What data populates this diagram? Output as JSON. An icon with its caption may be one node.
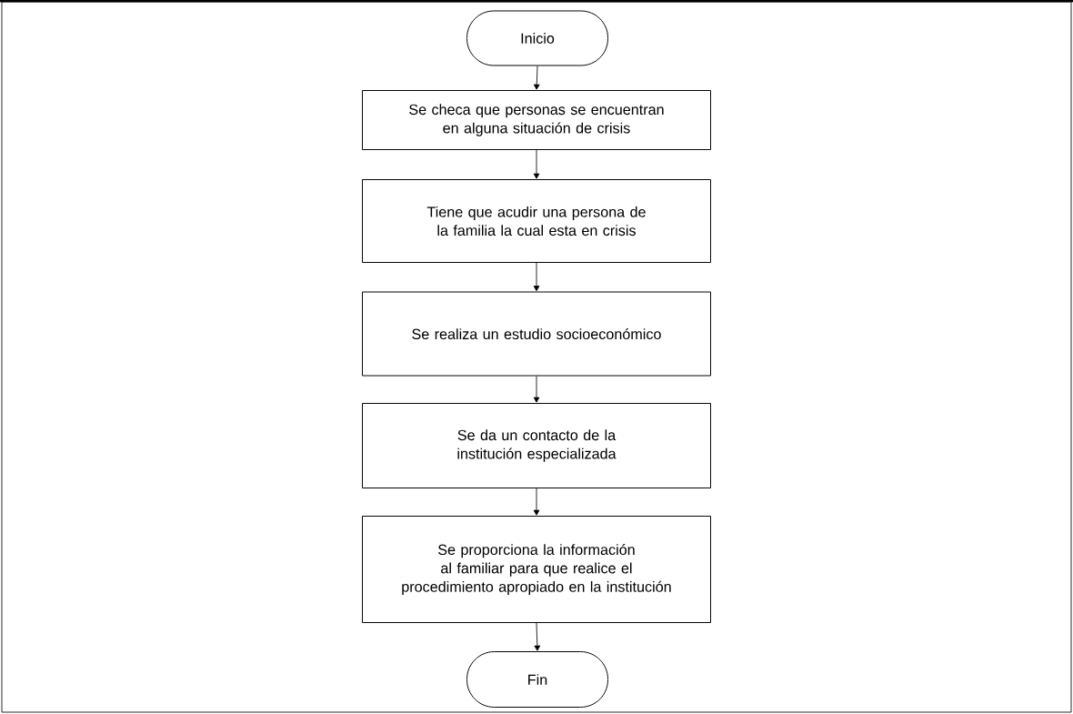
{
  "diagram": {
    "nodes": [
      {
        "text": [
          "Inicio"
        ]
      },
      {
        "text": [
          "Se checa que personas se encuentran en alguna situación de crisis"
        ]
      },
      {
        "text": [
          "Tiene que acudir una persona de la familia la cual esta en crisis"
        ]
      },
      {
        "text": [
          "Se realiza  un estudio socioeconómico"
        ]
      },
      {
        "text": [
          "Se da un contacto de la institución especializada"
        ]
      },
      {
        "text": [
          "Se proporciona la información al familiar para que realice el procedimiento apropiado en la institución"
        ]
      },
      {
        "text": [
          "Fin"
        ]
      }
    ],
    "edges": [
      {
        "from": 0,
        "to": 1,
        "arrow": "to"
      },
      {
        "from": 1,
        "to": 2,
        "arrow": "to"
      },
      {
        "from": 2,
        "to": 3,
        "arrow": "to"
      },
      {
        "from": 3,
        "to": 4,
        "arrow": "to"
      },
      {
        "from": 4,
        "to": 5,
        "arrow": "to"
      },
      {
        "from": 5,
        "to": 6,
        "arrow": "to"
      }
    ]
  }
}
